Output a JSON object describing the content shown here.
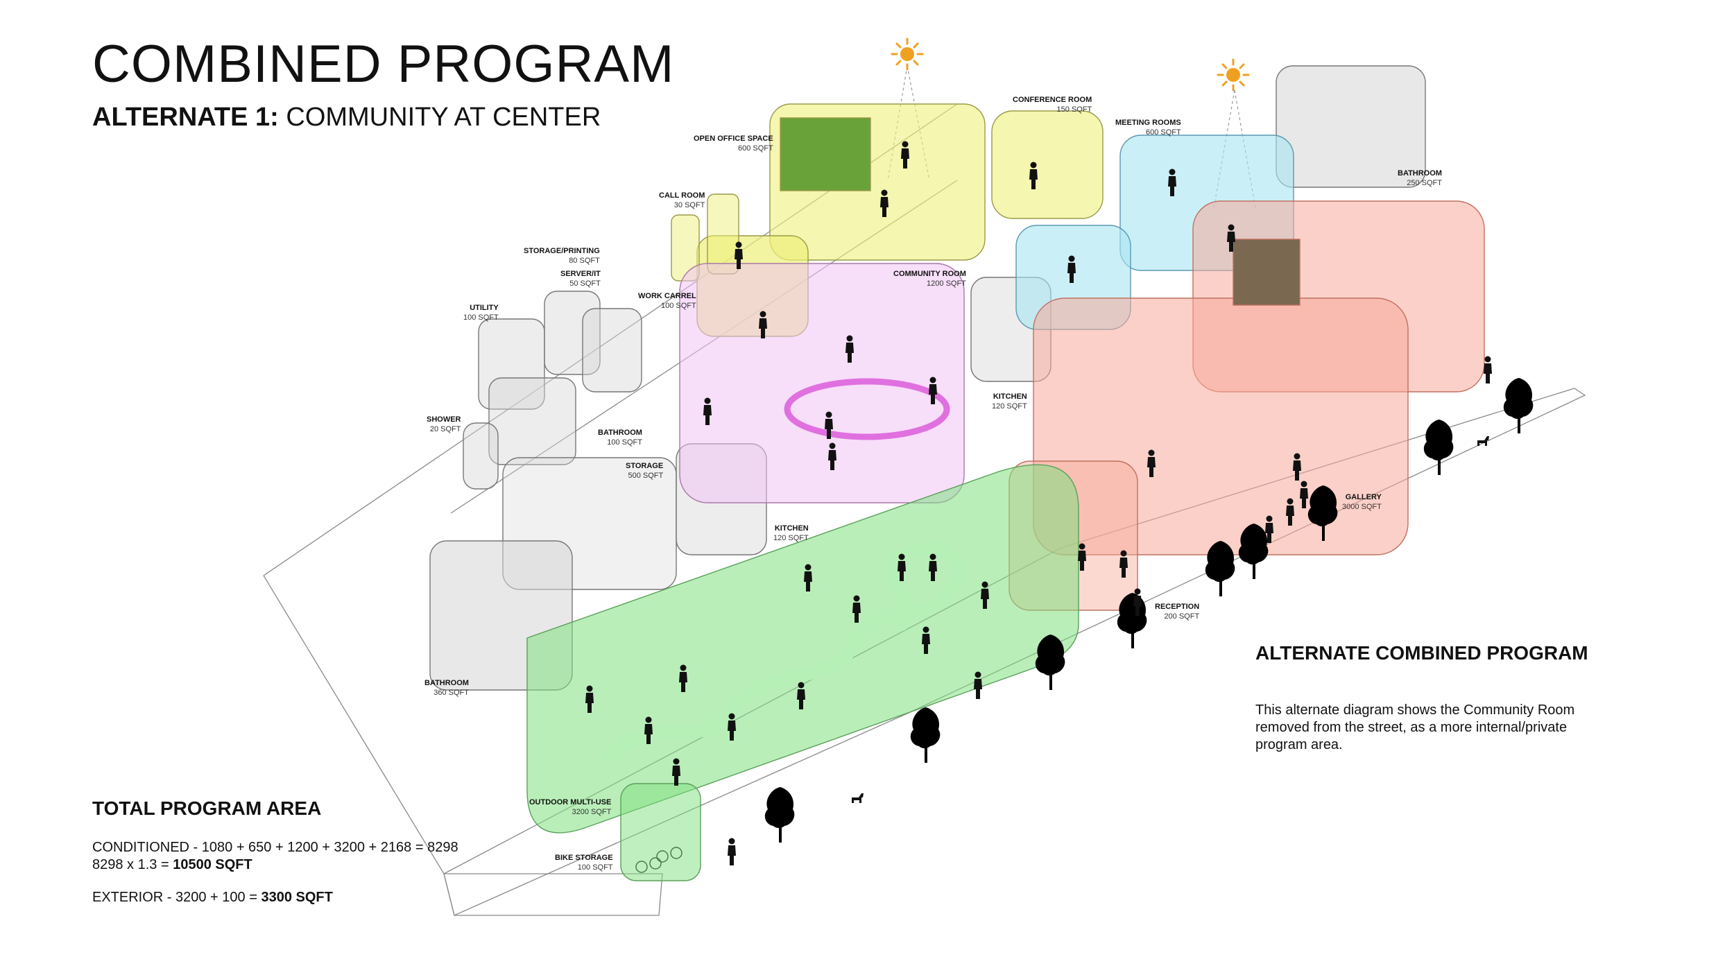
{
  "header": {
    "title": "COMBINED PROGRAM",
    "subtitle_strong": "ALTERNATE 1:",
    "subtitle_rest": "COMMUNITY AT CENTER"
  },
  "rooms": [
    {
      "name": "OPEN OFFICE SPACE",
      "area": "600 SQFT"
    },
    {
      "name": "CONFERENCE ROOM",
      "area": "150 SQFT"
    },
    {
      "name": "MEETING ROOMS",
      "area": "600 SQFT"
    },
    {
      "name": "BATHROOM",
      "area": "250 SQFT"
    },
    {
      "name": "CALL ROOM",
      "area": "30 SQFT"
    },
    {
      "name": "STORAGE/PRINTING",
      "area": "80 SQFT"
    },
    {
      "name": "SERVER/IT",
      "area": "50 SQFT"
    },
    {
      "name": "WORK CARREL",
      "area": "100 SQFT"
    },
    {
      "name": "COMMUNITY ROOM",
      "area": "1200 SQFT"
    },
    {
      "name": "UTILITY",
      "area": "100 SQFT"
    },
    {
      "name": "KITCHEN",
      "area": "120 SQFT"
    },
    {
      "name": "SHOWER",
      "area": "20 SQFT"
    },
    {
      "name": "BATHROOM",
      "area": "100 SQFT"
    },
    {
      "name": "STORAGE",
      "area": "500 SQFT"
    },
    {
      "name": "KITCHEN",
      "area": "120 SQFT"
    },
    {
      "name": "GALLERY",
      "area": "3000 SQFT"
    },
    {
      "name": "RECEPTION",
      "area": "200 SQFT"
    },
    {
      "name": "BATHROOM",
      "area": "360 SQFT"
    },
    {
      "name": "OUTDOOR MULTI-USE",
      "area": "3200 SQFT"
    },
    {
      "name": "BIKE STORAGE",
      "area": "100 SQFT"
    }
  ],
  "total": {
    "title": "TOTAL PROGRAM AREA",
    "conditioned_line": "CONDITIONED - 1080 + 650 + 1200 + 3200 + 2168 = 8298",
    "factor_prefix": "8298 x 1.3 = ",
    "factor_result": "10500 SQFT",
    "exterior_prefix": "EXTERIOR - 3200 + 100 = ",
    "exterior_result": "3300 SQFT"
  },
  "alternate": {
    "title": "ALTERNATE COMBINED PROGRAM",
    "description": "This alternate diagram shows the Community Room removed from the street, as a more internal/private program area."
  },
  "colors": {
    "office": "#eef07a",
    "meeting": "#a8e4f2",
    "community": "#f1c2f4",
    "gallery": "#f7aa9a",
    "outdoor": "#7fe07f",
    "service": "#d6d6d6",
    "sun": "#f0a020"
  },
  "icons": [
    "sun-icon",
    "tree-icon",
    "person-icon",
    "dog-icon",
    "bicycle-icon"
  ]
}
